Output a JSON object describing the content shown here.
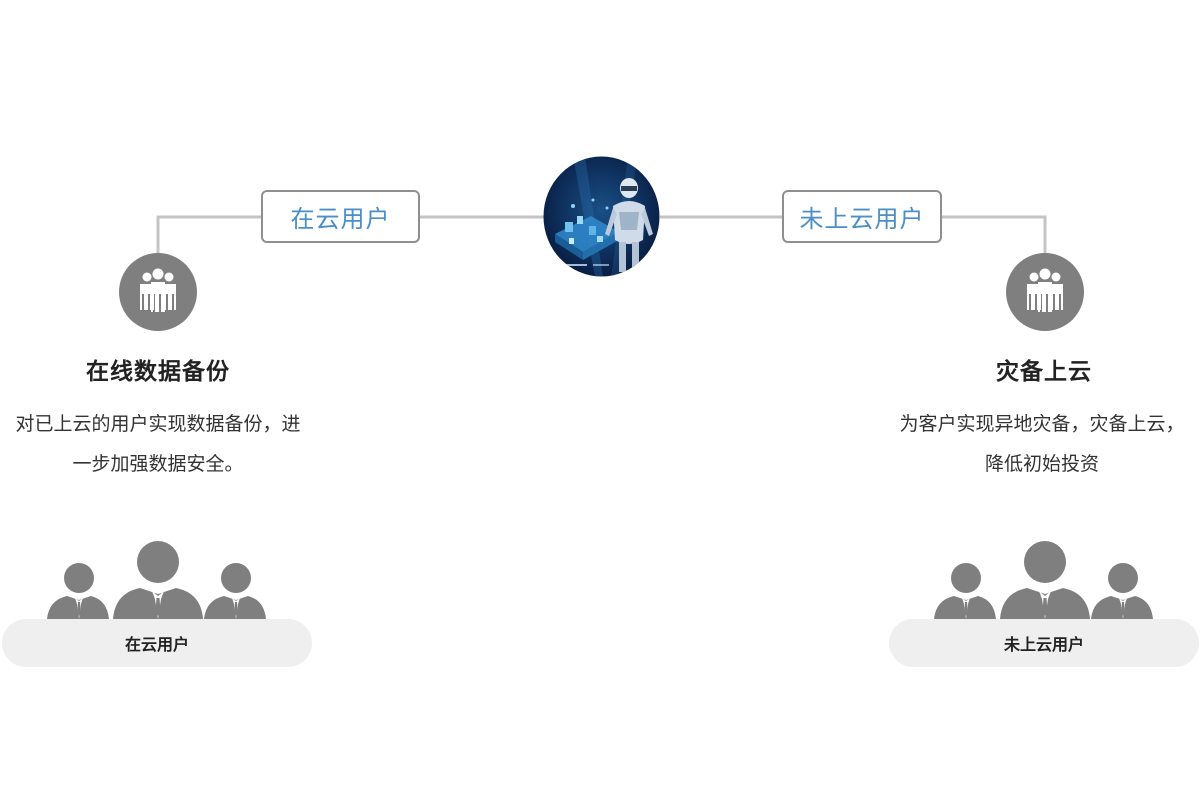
{
  "center": {
    "left_tag": "在云用户",
    "right_tag": "未上云用户"
  },
  "left": {
    "title": "在线数据备份",
    "desc_line1": "对已上云的用户实现数据备份，进",
    "desc_line2": "一步加强数据安全。",
    "pill": "在云用户",
    "icon": "group-users-icon"
  },
  "right": {
    "title": "灾备上云",
    "desc_line1": "为客户实现异地灾备，灾备上云，",
    "desc_line2": "降低初始投资",
    "pill": "未上云用户",
    "icon": "group-users-icon"
  },
  "colors": {
    "accent_text": "#4a8fc7",
    "icon_gray": "#7f7f7f",
    "connector_gray": "#bdbdbd",
    "pill_bg": "#efefef"
  }
}
